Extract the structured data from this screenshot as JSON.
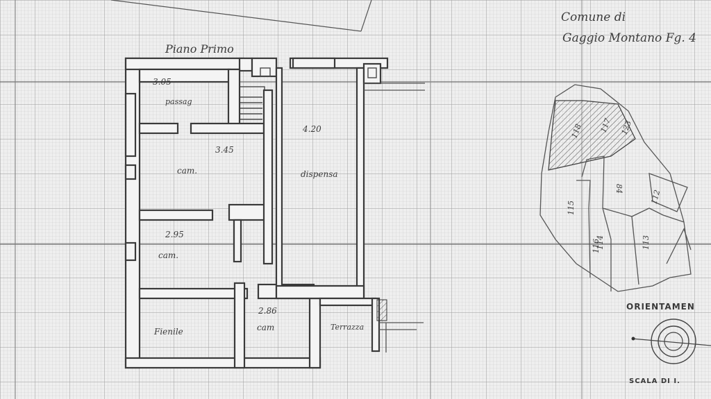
{
  "header": {
    "comune_line1": "Comune di",
    "comune_line2": "Gaggio Montano Fg. 4"
  },
  "floor_label": "Piano Primo",
  "rooms": [
    {
      "id": "passaggio",
      "dimension": "3.05",
      "name": "passag"
    },
    {
      "id": "camera-1",
      "dimension": "3.45",
      "name": "cam."
    },
    {
      "id": "camera-2",
      "dimension": "2.95",
      "name": "cam."
    },
    {
      "id": "fienile",
      "dimension": "",
      "name": "Fienile"
    },
    {
      "id": "camera-3",
      "dimension": "2.86",
      "name": "cam"
    },
    {
      "id": "terrazza",
      "dimension": "",
      "name": "Terrazza"
    },
    {
      "id": "dispensa",
      "dimension": "4.20",
      "name": "dispensa"
    }
  ],
  "cadastral_parcels": [
    "118",
    "117",
    "123",
    "84",
    "115",
    "116",
    "112",
    "114",
    "113"
  ],
  "orientation_label": "ORIENTAMEN",
  "scale_label": "SCALA DI I."
}
